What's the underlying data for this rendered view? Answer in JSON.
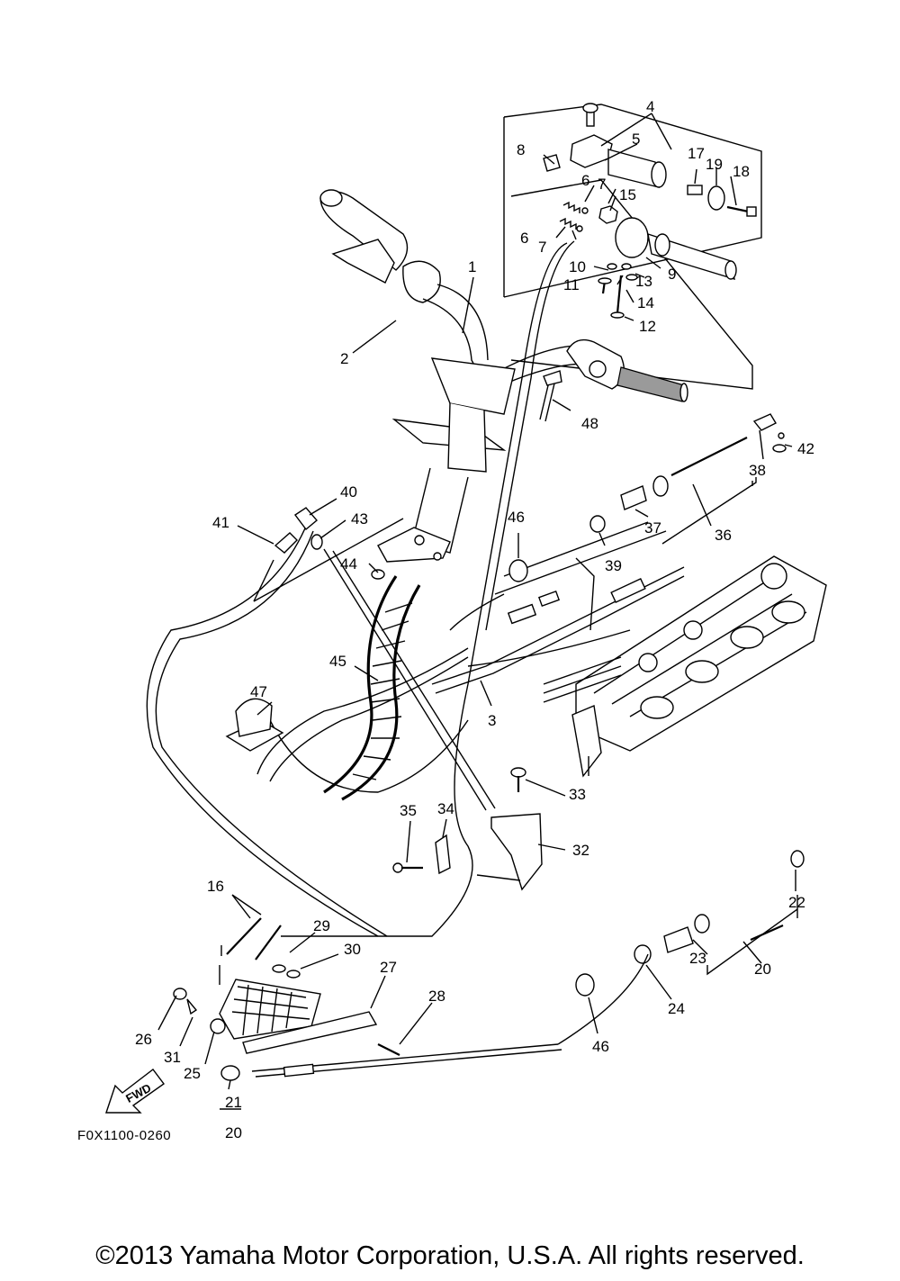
{
  "figure": {
    "code": "F0X1100-0260",
    "copyright": "©2013 Yamaha Motor Corporation, U.S.A. All rights reserved.",
    "fwd_label": "FWD"
  },
  "callouts": [
    "1",
    "2",
    "3",
    "4",
    "5",
    "6",
    "6",
    "7",
    "7",
    "8",
    "9",
    "10",
    "11",
    "12",
    "13",
    "14",
    "15",
    "16",
    "17",
    "18",
    "19",
    "20",
    "20",
    "21",
    "22",
    "23",
    "24",
    "25",
    "26",
    "27",
    "28",
    "29",
    "30",
    "31",
    "32",
    "33",
    "34",
    "35",
    "36",
    "37",
    "38",
    "39",
    "40",
    "41",
    "42",
    "43",
    "44",
    "45",
    "46",
    "46",
    "47",
    "48"
  ]
}
